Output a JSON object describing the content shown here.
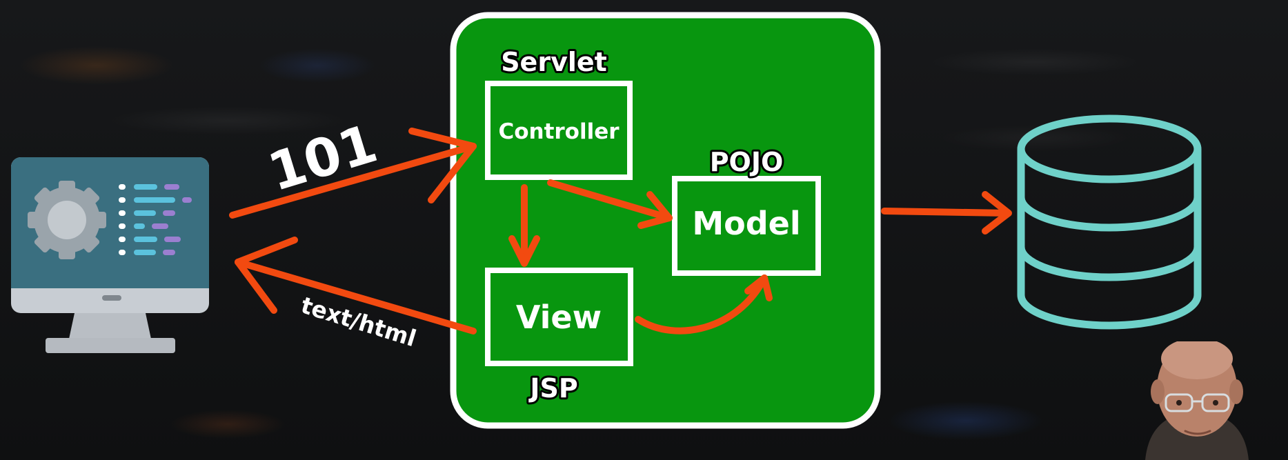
{
  "diagram": {
    "controller_group_label": "Servlet",
    "controller_box_label": "Controller",
    "view_box_label": "View",
    "view_group_label": "JSP",
    "model_group_label": "POJO",
    "model_box_label": "Model",
    "request_label": "101",
    "response_label": "text/html"
  },
  "icons": {
    "client": "desktop-computer-settings-icon",
    "database": "database-icon",
    "presenter": "presenter-webcam"
  },
  "colors": {
    "container_green": "#08960f",
    "arrow_orange": "#f24a10",
    "database_teal": "#6fd1c9",
    "monitor_screen": "#3a6f80"
  }
}
